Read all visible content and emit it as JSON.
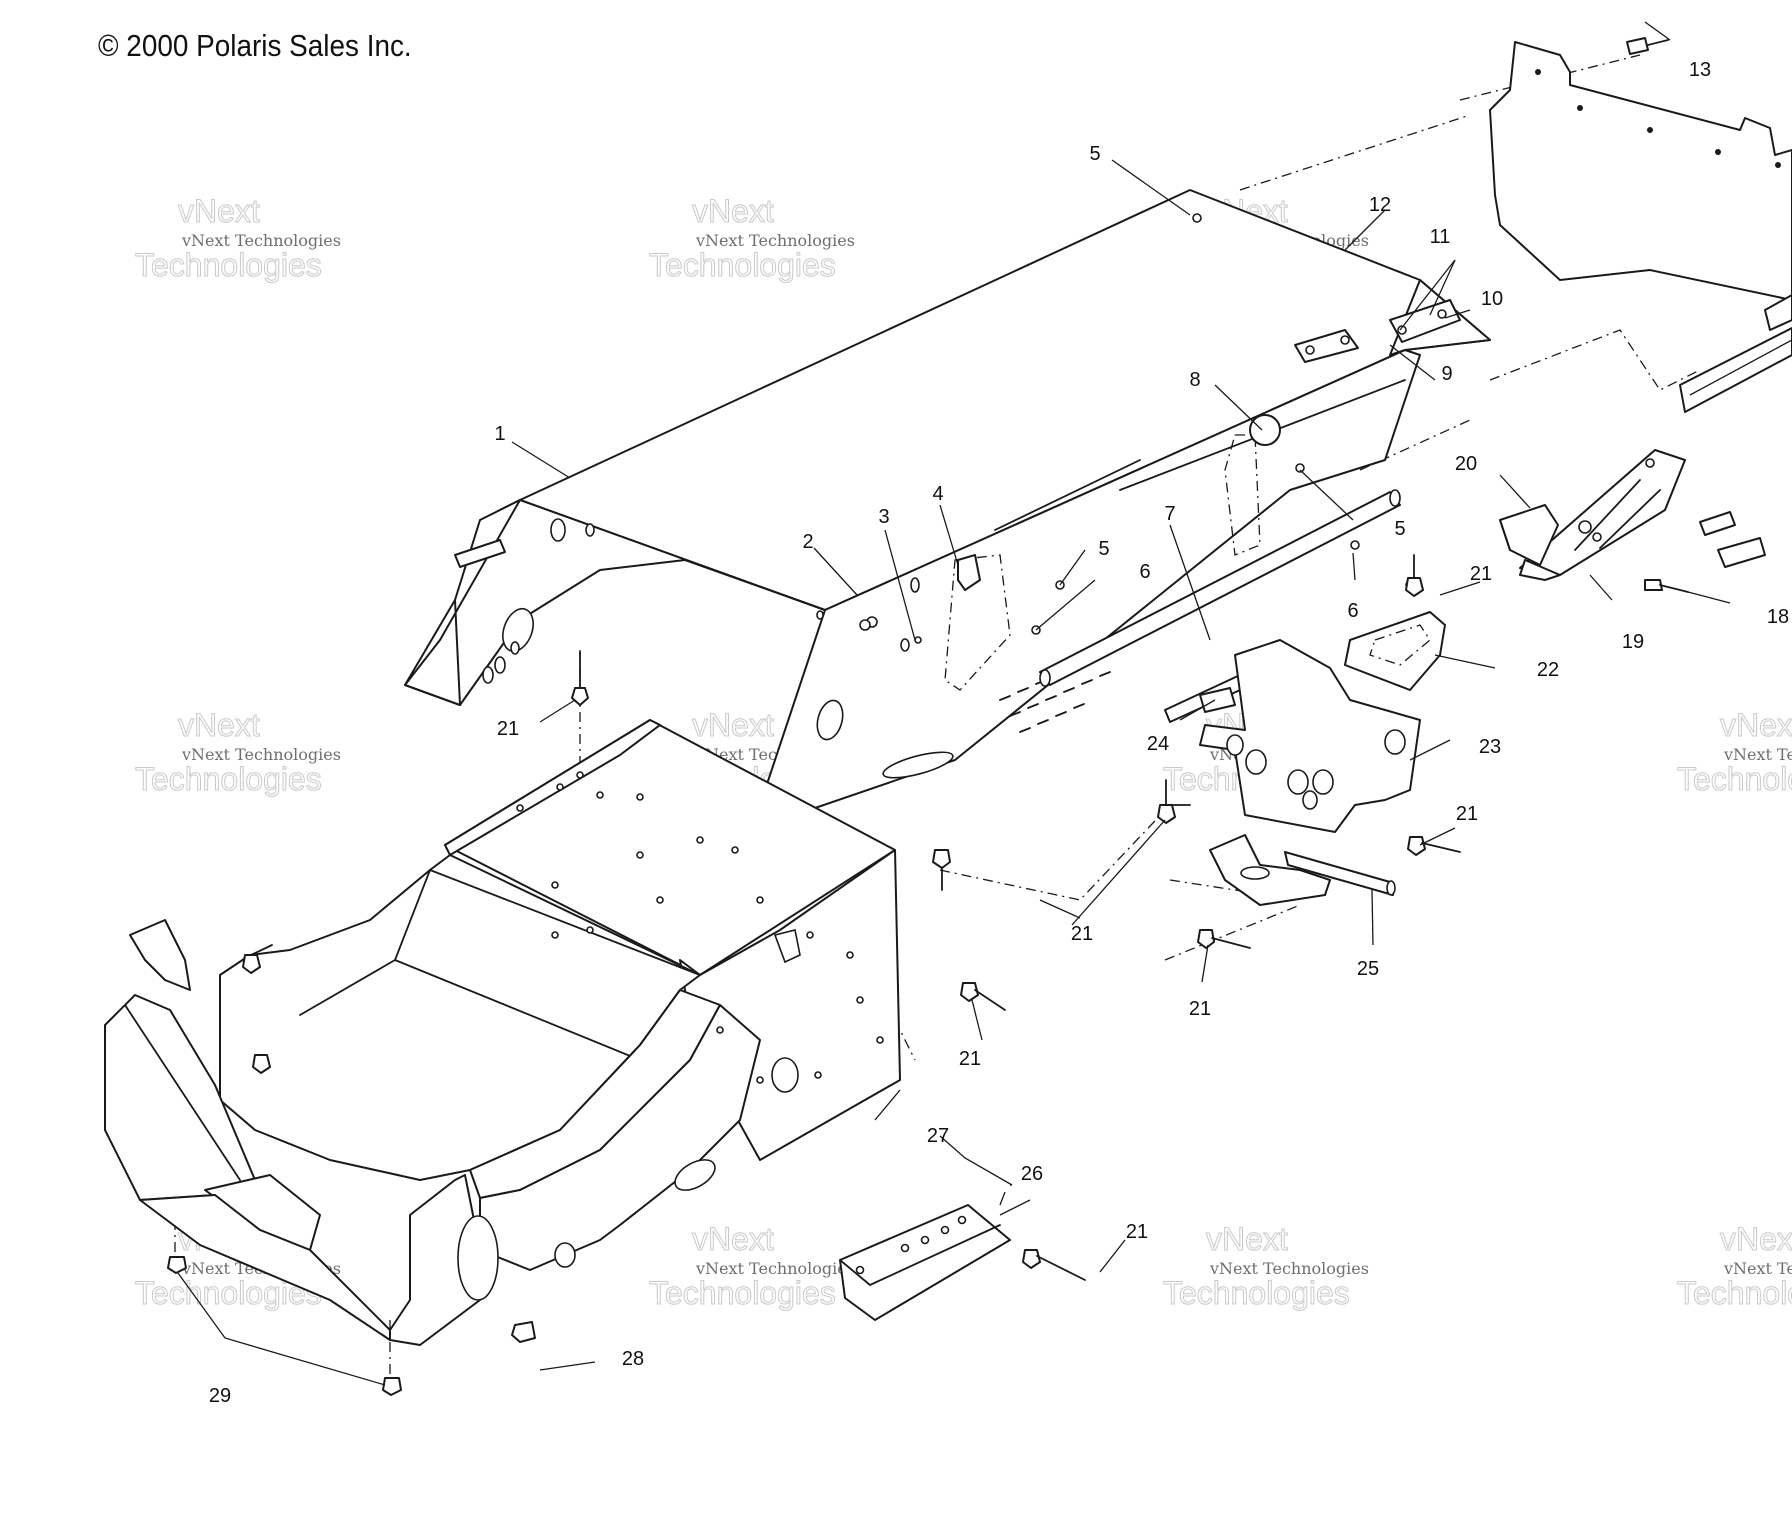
{
  "copyright": "© 2000 Polaris Sales Inc.",
  "watermark": {
    "line1": "vNext Technologies",
    "line2": "vNext",
    "line3": "Technologies"
  },
  "callouts": [
    {
      "id": "c1",
      "label": "1"
    },
    {
      "id": "c2",
      "label": "2"
    },
    {
      "id": "c3",
      "label": "3"
    },
    {
      "id": "c4",
      "label": "4"
    },
    {
      "id": "c5a",
      "label": "5"
    },
    {
      "id": "c5b",
      "label": "5"
    },
    {
      "id": "c5c",
      "label": "5"
    },
    {
      "id": "c6a",
      "label": "6"
    },
    {
      "id": "c6b",
      "label": "6"
    },
    {
      "id": "c7",
      "label": "7"
    },
    {
      "id": "c8",
      "label": "8"
    },
    {
      "id": "c9",
      "label": "9"
    },
    {
      "id": "c10",
      "label": "10"
    },
    {
      "id": "c11",
      "label": "11"
    },
    {
      "id": "c12",
      "label": "12"
    },
    {
      "id": "c13",
      "label": "13"
    },
    {
      "id": "c18",
      "label": "18"
    },
    {
      "id": "c19",
      "label": "19"
    },
    {
      "id": "c20",
      "label": "20"
    },
    {
      "id": "c21a",
      "label": "21"
    },
    {
      "id": "c21b",
      "label": "21"
    },
    {
      "id": "c21c",
      "label": "21"
    },
    {
      "id": "c21d",
      "label": "21"
    },
    {
      "id": "c21e",
      "label": "21"
    },
    {
      "id": "c21f",
      "label": "21"
    },
    {
      "id": "c21g",
      "label": "21"
    },
    {
      "id": "c22",
      "label": "22"
    },
    {
      "id": "c23",
      "label": "23"
    },
    {
      "id": "c24",
      "label": "24"
    },
    {
      "id": "c25",
      "label": "25"
    },
    {
      "id": "c26",
      "label": "26"
    },
    {
      "id": "c27",
      "label": "27"
    },
    {
      "id": "c28",
      "label": "28"
    },
    {
      "id": "c29",
      "label": "29"
    }
  ]
}
